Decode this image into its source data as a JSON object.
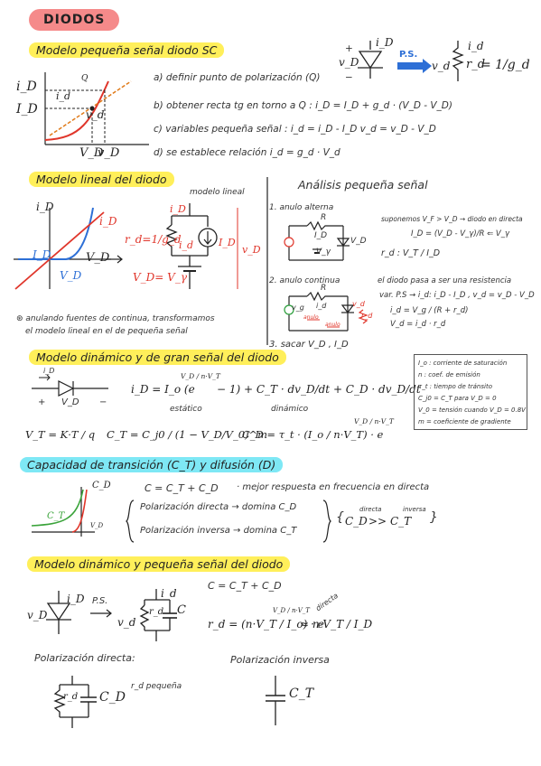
{
  "title": "DIODOS",
  "s1": {
    "heading": "Modelo pequeña señal diodo SC",
    "graph": {
      "i_D": "i_D",
      "I_D": "I_D",
      "i_d": "i_d",
      "v_d": "v_d",
      "V_D": "V_D",
      "v_D": "v_D",
      "Q": "Q"
    },
    "steps": [
      "a) definir punto de polarización (Q)",
      "b) obtener recta tg en torno a Q :   i_D = I_D + g_d · (V_D - V_D)",
      "c) variables pequeña señal :   i_d = i_D - I_D    v_d = v_D - V_D",
      "d) se establece relación   i_d = g_d · V_d"
    ],
    "ps_label": "P.S.",
    "tr_left": {
      "v_D": "v_D",
      "i_D": "i_D",
      "plus": "+",
      "minus": "−"
    },
    "tr_right": {
      "v_d": "v_d",
      "i_d": "i_d",
      "r_d": "r_d",
      "eq": "= 1/g_d"
    }
  },
  "s2": {
    "heading": "Modelo lineal del diodo",
    "iD_axis": "i_D",
    "iD_red": "i_D",
    "I_D": "I_D",
    "V_D_black": "V_D",
    "V_D_blue": "V_D",
    "modelo_label": "modelo lineal",
    "rd_eq": "r_d=1/g_d",
    "vd_eq": "V_D= V_γ",
    "i_D": "i_D",
    "i_d": "i_d",
    "I_D_src": "I_D",
    "v_D": "v_D",
    "note_line1": "⊛ anulando fuentes de continua, transformamos",
    "note_line2": "el modelo lineal en el de pequeña señal"
  },
  "s3": {
    "heading": "Análisis pequeña señal",
    "step1": "1. anulo alterna",
    "c1": {
      "R": "R",
      "I_D": "I_D",
      "V_D": "V_D",
      "V_g": "V_γ"
    },
    "suponemos": "suponemos V_F > V_D → diodo en directa",
    "id_formula": "I_D = (V_D - V_γ)/R  ⇐ V_γ",
    "rd_formula": "r_d : V_T / I_D",
    "step2": "2. anulo continua",
    "c2": {
      "R": "R",
      "vg": "v_g",
      "id": "i_d",
      "vd": "v_d",
      "rd": "r_d",
      "anulo1": "anulo",
      "anulo2": "anulo"
    },
    "diodo_pasa": "el diodo pasa a ser una resistencia",
    "var_ps": "var. P.S → i_d: i_D - I_D , v_d = v_D - V_D",
    "id_eq": "i_d = V_g / (R + r_d)",
    "vd_eq": "V_d = i_d · r_d",
    "step3": "3. sacar   V_D ,  I_D"
  },
  "s4": {
    "heading": "Modelo dinámico y de gran señal del diodo",
    "iD": "i_D",
    "vD": "V_D",
    "plus": "+",
    "minus": "−",
    "eq_main_a": "i_D = I_o (e",
    "eq_main_exp": "V_D / n·V_T",
    "eq_main_b": "− 1) + C_T · dv_D/dt + C_D · dv_D/dt",
    "estatico": "estático",
    "dinamico": "dinámico",
    "vt_eq": "V_T = K·T / q",
    "ct_eq": "C_T = C_j0 / (1 − V_D/V_0)^m",
    "cd_eq": "C_D = τ_t · (I_o / n·V_T) · e",
    "cd_exp": "V_D / n·V_T",
    "legend": [
      "I_o : corriente de saturación",
      "n : coef. de emisión",
      "τ_t : tiempo de tránsito",
      "C_j0 = C_T para V_D = 0",
      "V_0 = tensión cuando V_D = 0.8V",
      "m = coeficiente de gradiente"
    ]
  },
  "s5": {
    "heading": "Capacidad de transición (C_T) y difusión (D)",
    "c_eq": "C = C_T + C_D",
    "mejor": "· mejor respuesta en frecuencia en directa",
    "cd": "C_D",
    "ct": "C_T",
    "axis_label": "V_D",
    "pol_dir": "Polarización directa → domina C_D",
    "pol_inv": "Polarización inversa → domina C_T",
    "cmp_left": "C_D",
    "cmp_mid": ">>",
    "cmp_right": "C_T",
    "directa": "directa",
    "inversa": "inversa"
  },
  "s6": {
    "heading": "Modelo dinámico y pequeña señal del diodo",
    "c_eq": "C = C_T + C_D",
    "ps": "P.S.",
    "vD": "v_D",
    "iD": "i_D",
    "vd": "v_d",
    "id": "i_d",
    "rd": "r_d",
    "C": "C",
    "rd_eq_a": "r_d = (n·V_T / I_o) · e",
    "rd_eq_exp": "V_D / n·V_T",
    "rd_eq_b": "≈  n·V_T / I_D",
    "directa": "directa",
    "pol_dir": "Polarización directa:",
    "pol_inv": "Polarización inversa",
    "CD": "C_D",
    "CT": "C_T",
    "rd_small": "r_d pequeña",
    "rd2": "r_d"
  }
}
